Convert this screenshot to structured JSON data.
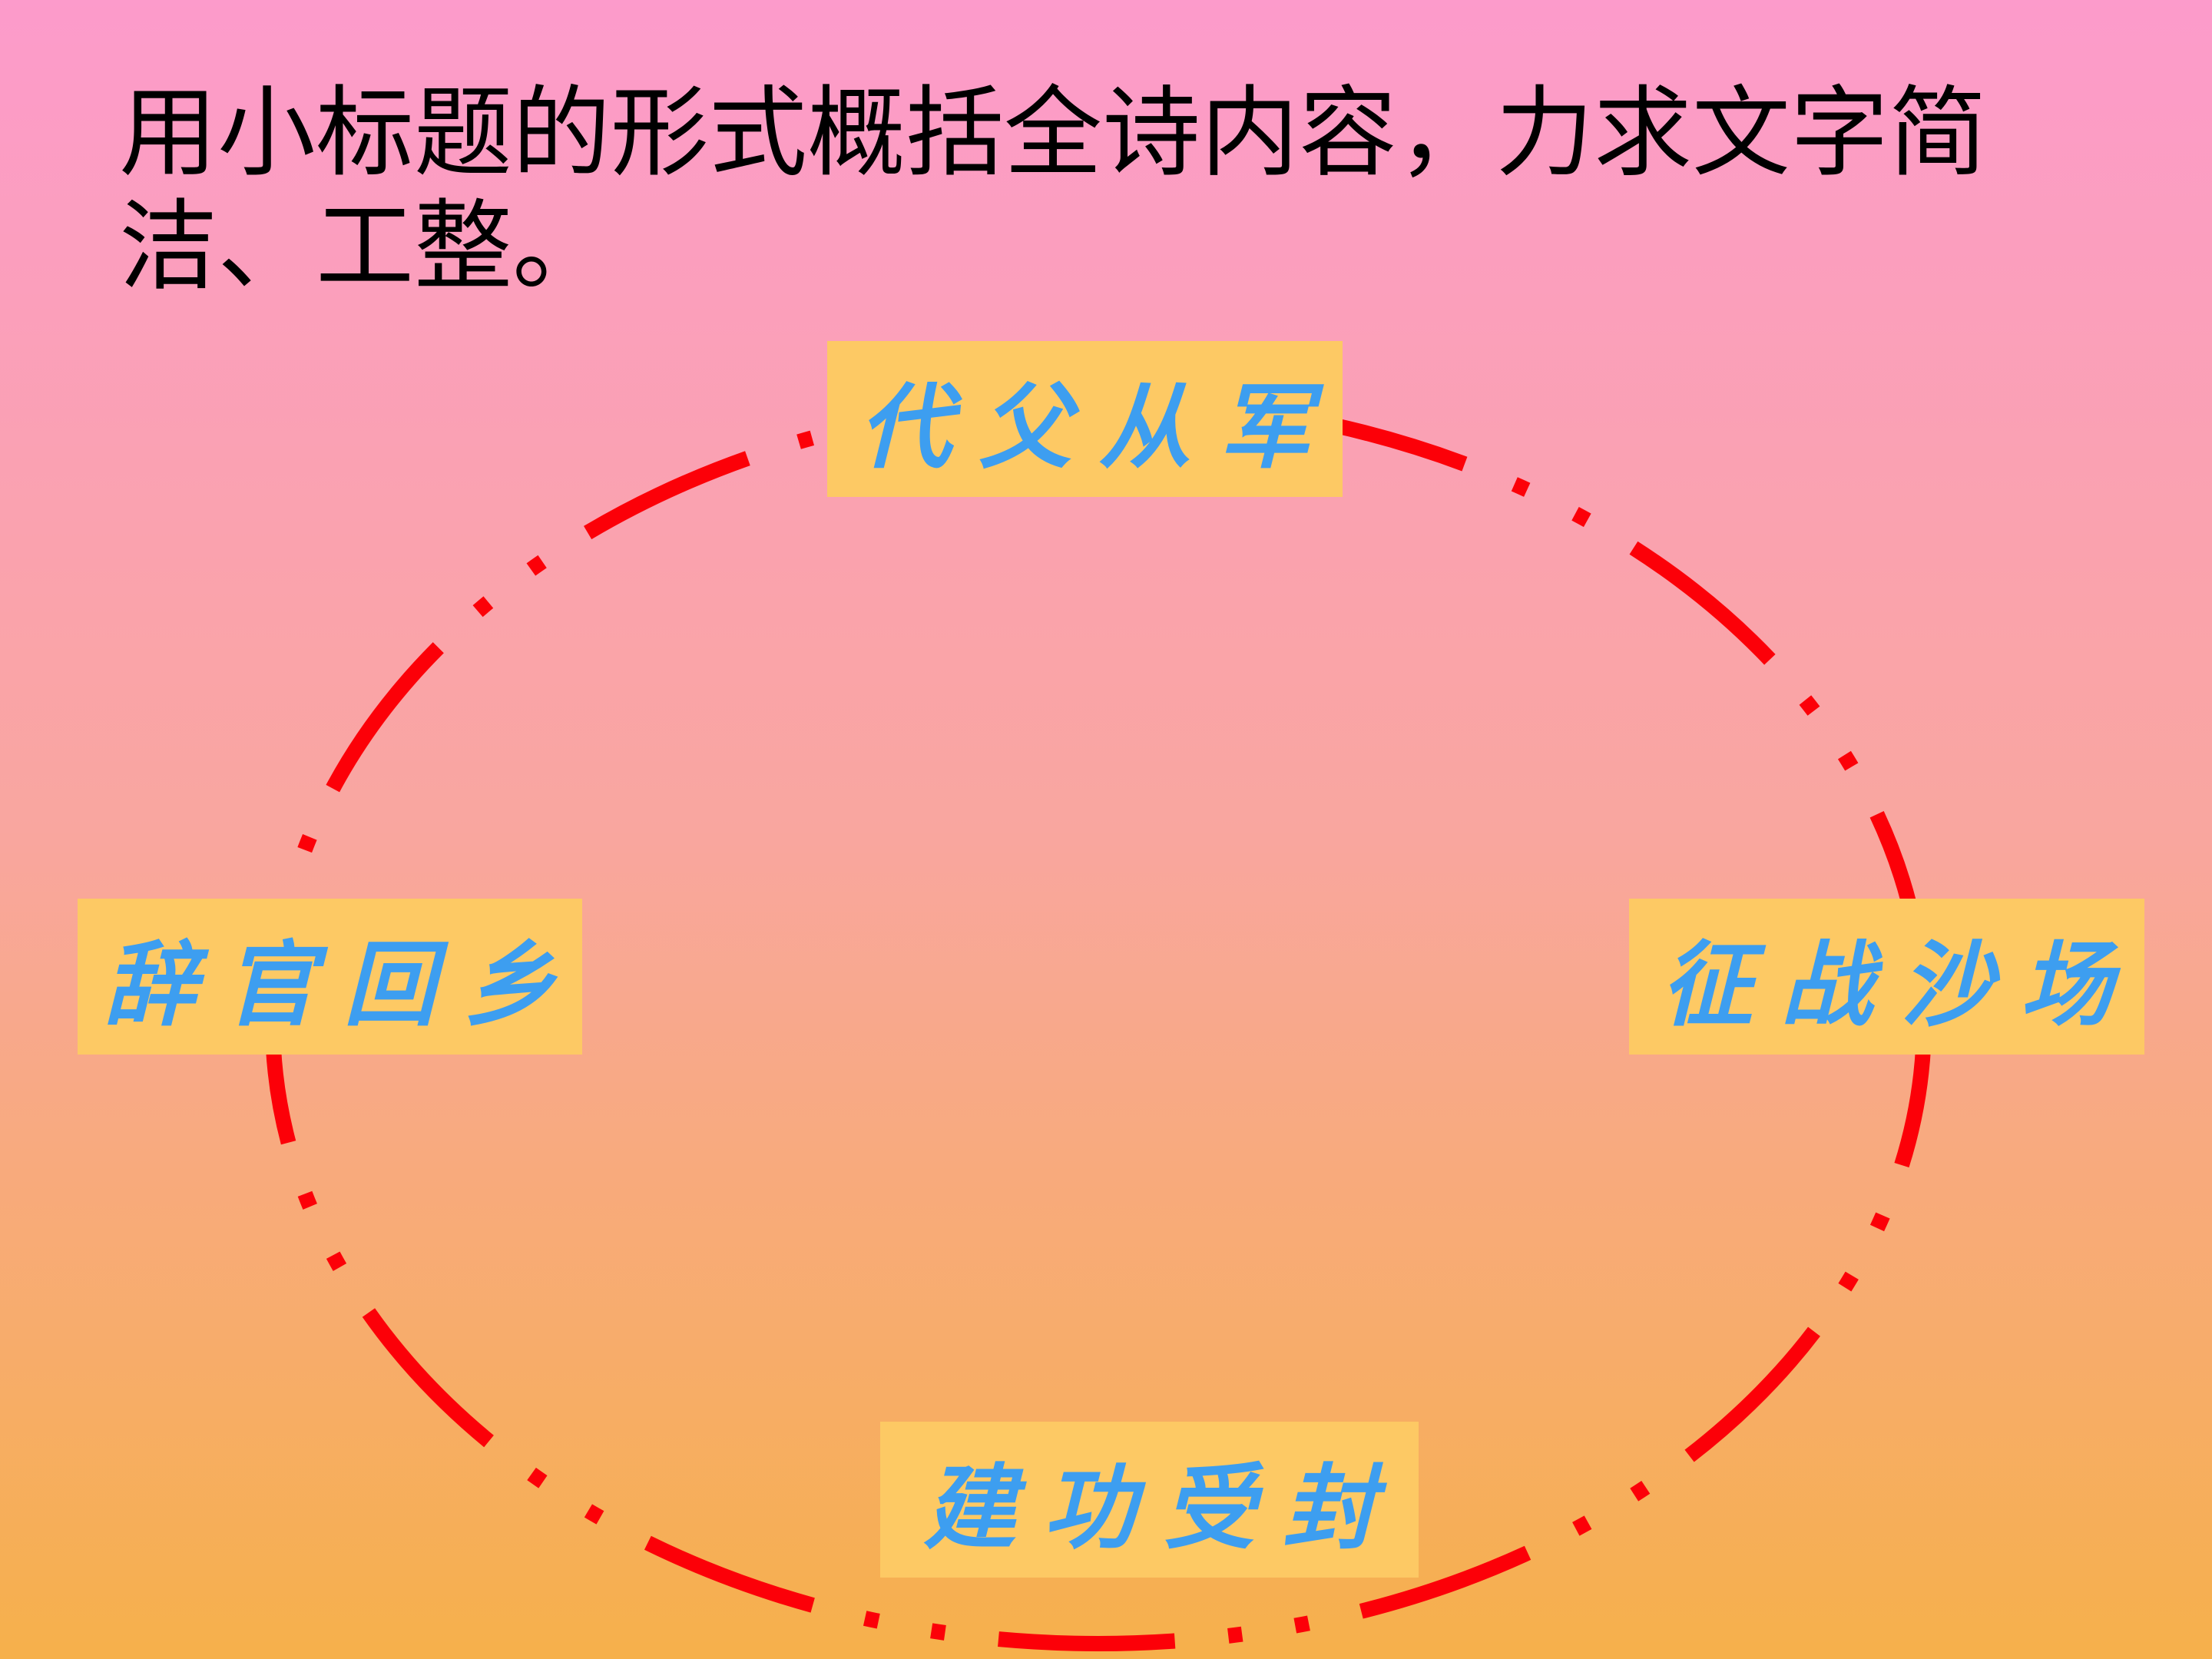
{
  "slide": {
    "title": "用小标题的形式概括全诗内容，力求文字简洁、工整。"
  },
  "colors": {
    "background_top": "#fc9bcb",
    "background_bottom": "#f6b04b",
    "ring": "#fc0008",
    "label_box": "#fdc964",
    "label_text": "#3d9ef0"
  },
  "cycle": {
    "ring_style": "dash-dot",
    "stages": [
      {
        "position": "top",
        "label": "代父从军"
      },
      {
        "position": "right",
        "label": "征战沙场"
      },
      {
        "position": "bottom",
        "label": "建功受封"
      },
      {
        "position": "left",
        "label": "辞官回乡"
      }
    ]
  }
}
